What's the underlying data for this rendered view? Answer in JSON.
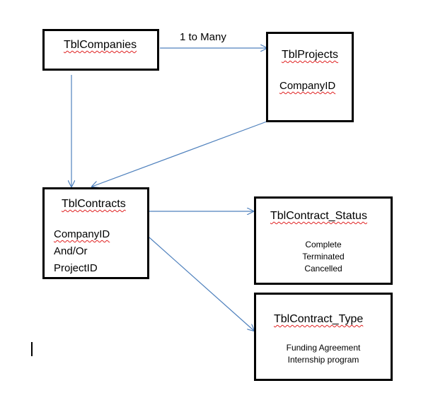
{
  "relationship_label": "1 to Many",
  "tables": {
    "companies": {
      "name": "TblCompanies"
    },
    "projects": {
      "name": "TblProjects",
      "fields": [
        "CompanyID"
      ]
    },
    "contracts": {
      "name": "TblContracts",
      "fields": [
        "CompanyID",
        "And/Or",
        "ProjectID"
      ]
    },
    "contract_status": {
      "name": "TblContract_Status",
      "values": [
        "Complete",
        "Terminated",
        "Cancelled"
      ]
    },
    "contract_type": {
      "name": "TblContract_Type",
      "values": [
        "Funding Agreement",
        "Internship program"
      ]
    }
  },
  "colors": {
    "arrow": "#4f81bd",
    "border": "#000000",
    "spellcheck": "#e02020"
  }
}
